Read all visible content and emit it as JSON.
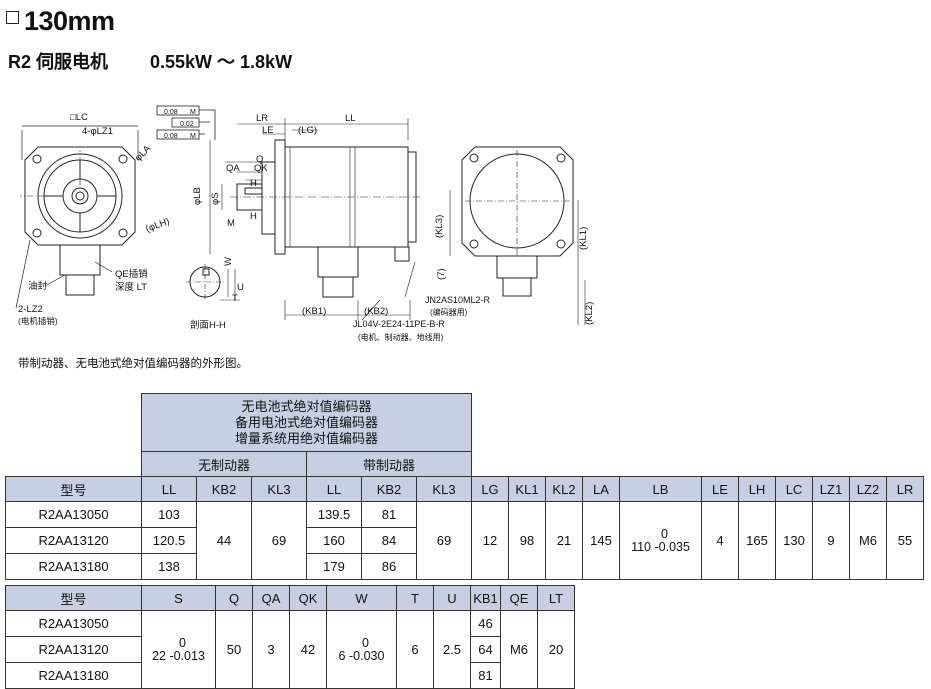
{
  "header": {
    "title": "130mm",
    "subtitle": "R2 伺服电机",
    "power_range": "0.55kW ～ 1.8kW"
  },
  "drawing": {
    "labels": {
      "lc": "□LC",
      "lz1": "4-φLZ1",
      "la": "φLA",
      "lh": "(φLH)",
      "oil_seal": "油封",
      "qe": "QE插销",
      "qe_depth": "深度 LT",
      "lz2": "2-LZ2",
      "lz2_note": "(电机插销)",
      "tol1": "0.08",
      "tol1_ref": "M",
      "tol2": "0.02",
      "tol3": "0.08",
      "tol3_ref": "M",
      "lr": "LR",
      "ll": "LL",
      "le": "LE",
      "lg": "(LG)",
      "qa": "QA",
      "q": "Q",
      "qk": "QK",
      "lb": "φLB",
      "s": "φS",
      "h": "H",
      "m": "M",
      "w": "W",
      "t": "T",
      "u": "U",
      "section": "剖面H-H",
      "kb1": "(KB1)",
      "kb2": "(KB2)",
      "conn1": "JL04V-2E24-11PE-B-R",
      "conn1_note": "(电机、制动器、地线用)",
      "conn2": "JN2AS10ML2-R",
      "conn2_note": "(编码器用)",
      "kl3": "(KL3)",
      "kl1": "(KL1)",
      "kl2": "(KL2)",
      "seven": "(7)"
    }
  },
  "caption": "带制动器、无电池式绝对值编码器的外形图。",
  "table1": {
    "encoder_header": [
      "无电池式绝对值编码器",
      "备用电池式绝对值编码器",
      "增量系统用绝对值编码器"
    ],
    "no_brake": "无制动器",
    "with_brake": "带制动器",
    "model_label": "型号",
    "columns": [
      "LL",
      "KB2",
      "KL3",
      "LL",
      "KB2",
      "KL3",
      "LG",
      "KL1",
      "KL2",
      "LA",
      "LB",
      "LE",
      "LH",
      "LC",
      "LZ1",
      "LZ2",
      "LR"
    ],
    "models": [
      "R2AA13050",
      "R2AA13120",
      "R2AA13180"
    ],
    "nb_ll": [
      "103",
      "120.5",
      "138"
    ],
    "nb_kb2": "44",
    "nb_kl3": "69",
    "b_ll": [
      "139.5",
      "160",
      "179"
    ],
    "b_kb2": [
      "81",
      "84",
      "86"
    ],
    "b_kl3": "69",
    "lg": "12",
    "kl1": "98",
    "kl2": "21",
    "la": "145",
    "lb_main": "110",
    "lb_upper": "0",
    "lb_lower": "-0.035",
    "le": "4",
    "lh": "165",
    "lc": "130",
    "lz1": "9",
    "lz2": "M6",
    "lr": "55"
  },
  "table2": {
    "model_label": "型号",
    "columns": [
      "S",
      "Q",
      "QA",
      "QK",
      "W",
      "T",
      "U",
      "KB1",
      "QE",
      "LT"
    ],
    "models": [
      "R2AA13050",
      "R2AA13120",
      "R2AA13180"
    ],
    "s_main": "22",
    "s_upper": "0",
    "s_lower": "-0.013",
    "q": "50",
    "qa": "3",
    "qk": "42",
    "w_main": "6",
    "w_upper": "0",
    "w_lower": "-0.030",
    "t": "6",
    "u": "2.5",
    "kb1": [
      "46",
      "64",
      "81"
    ],
    "qe": "M6",
    "lt": "20"
  }
}
